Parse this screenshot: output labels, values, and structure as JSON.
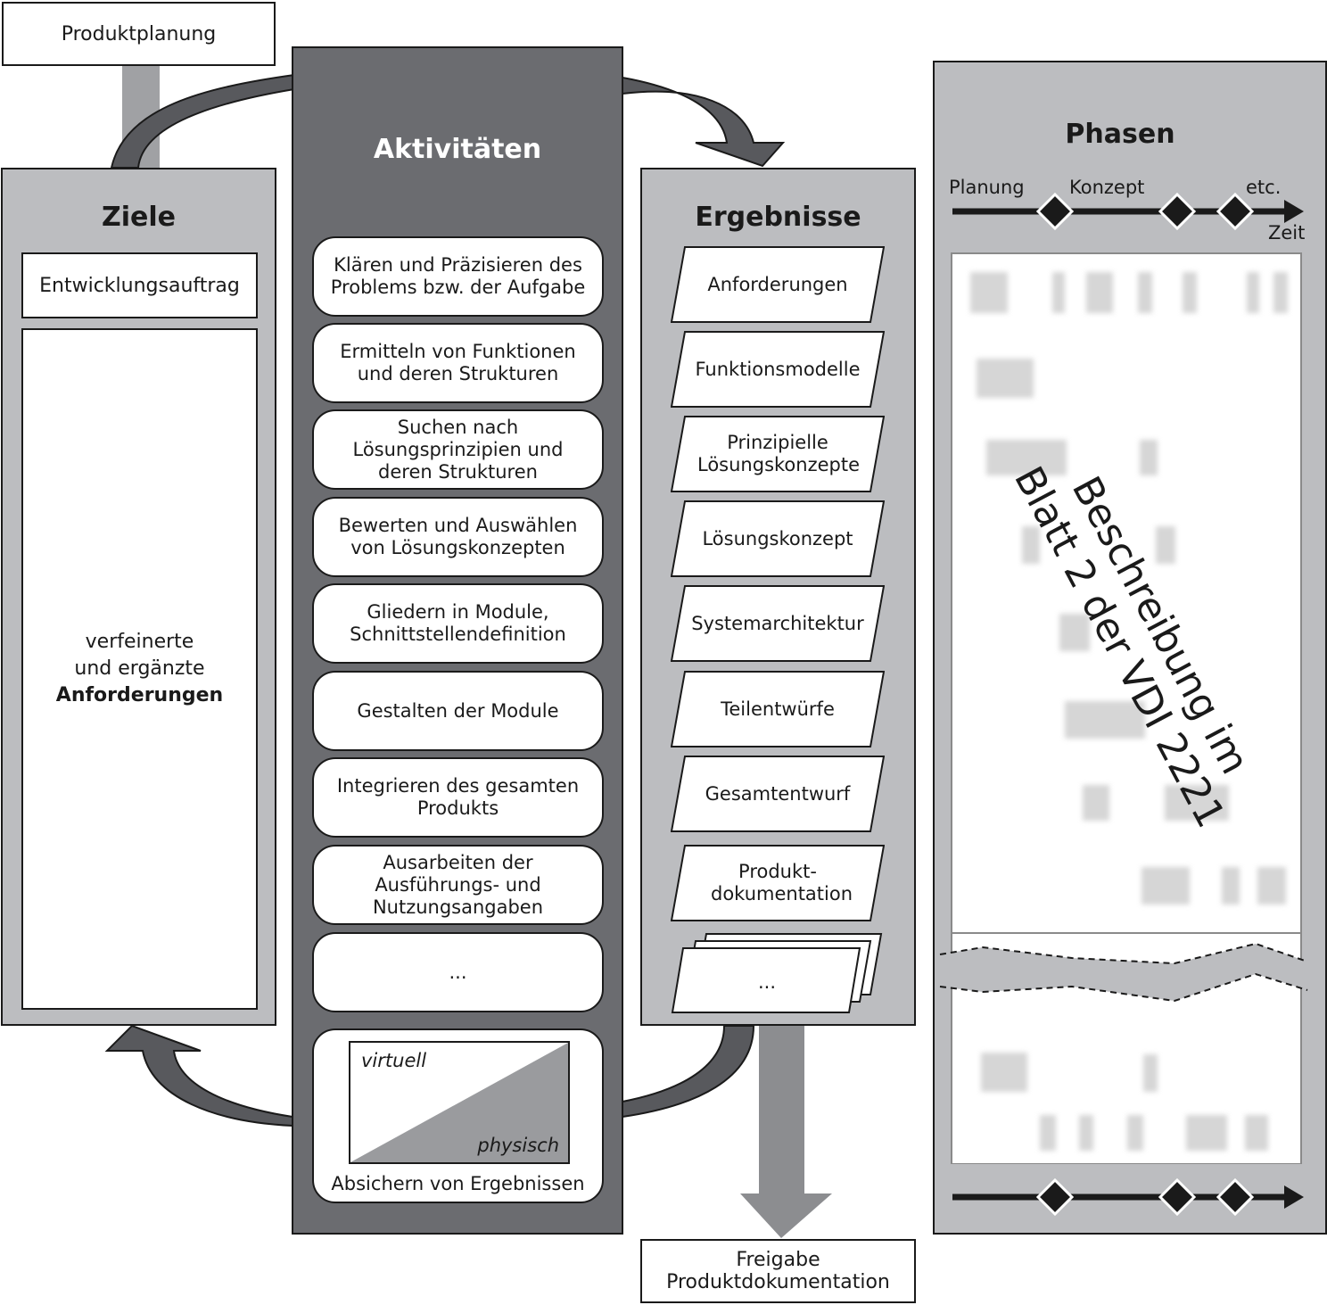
{
  "produktplanung": "Produktplanung",
  "ziele": {
    "title": "Ziele",
    "entwicklungsauftrag": "Entwicklungsauftrag",
    "anforderungen_line1": "verfeinerte",
    "anforderungen_line2": "und ergänzte",
    "anforderungen_line3": "Anforderungen"
  },
  "aktivitaeten": {
    "title": "Aktivitäten",
    "items": [
      "Klären und Präzisieren des Problems bzw. der Aufgabe",
      "Ermitteln von Funktionen und deren Strukturen",
      "Suchen nach Lösungsprinzipien und deren Strukturen",
      "Bewerten und Auswählen von Lösungskonzepten",
      "Gliedern in Module, Schnittstellendefinition",
      "Gestalten der Module",
      "Integrieren des gesamten Produkts",
      "Ausarbeiten der Ausführungs- und Nutzungsangaben",
      "..."
    ],
    "absichern": {
      "virtuell": "virtuell",
      "physisch": "physisch",
      "label": "Absichern von Ergebnissen"
    }
  },
  "ergebnisse": {
    "title": "Ergebnisse",
    "items": [
      "Anforderungen",
      "Funktionsmodelle",
      "Prinzipielle Lösungskonzepte",
      "Lösungskonzept",
      "Systemarchitektur",
      "Teilentwürfe",
      "Gesamtentwurf",
      "Produkt- dokumentation",
      "..."
    ]
  },
  "freigabe": {
    "line1": "Freigabe",
    "line2": "Produktdokumentation"
  },
  "phasen": {
    "title": "Phasen",
    "planung": "Planung",
    "konzept": "Konzept",
    "etc": "etc.",
    "zeit": "Zeit",
    "overlay_line1": "Beschreibung im",
    "overlay_line2": "Blatt 2 der VDI 2221"
  }
}
